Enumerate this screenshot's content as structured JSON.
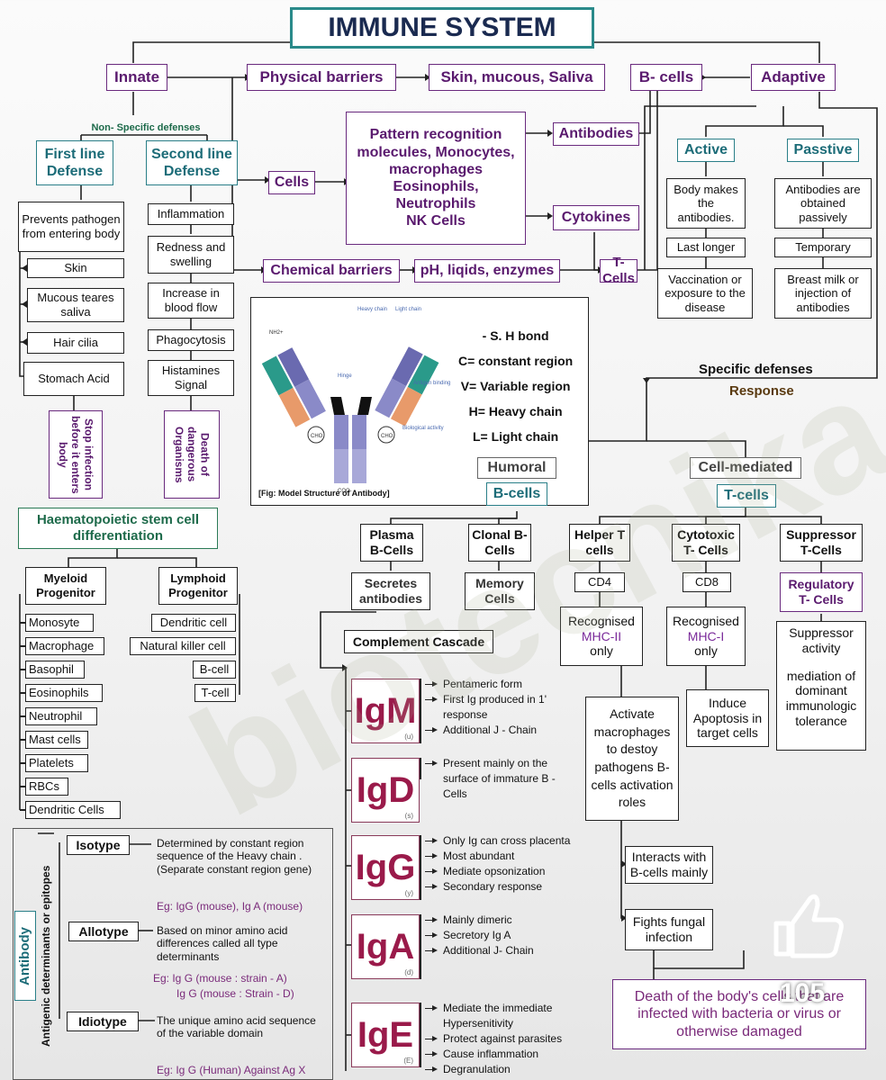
{
  "title": "IMMUNE SYSTEM",
  "top": {
    "innate": "Innate",
    "physical": "Physical barriers",
    "skin": "Skin, mucous, Saliva",
    "bcells": "B- cells",
    "adaptive": "Adaptive"
  },
  "innate": {
    "nonspecific": "Non- Specific defenses",
    "first": "First line Defense",
    "second": "Second line Defense",
    "first_items": [
      "Prevents pathogen from entering body",
      "Skin",
      "Mucous teares saliva",
      "Hair cilia",
      "Stomach Acid"
    ],
    "first_out": "Stop infection before it enters body",
    "second_items": [
      "Inflammation",
      "Redness and swelling",
      "Increase in blood flow",
      "Phagocytosis",
      "Histamines Signal"
    ],
    "second_out": "Death of dangerous Organisms"
  },
  "middle": {
    "cells": "Cells",
    "pattern": [
      "Pattern recognition",
      "molecules, Monocytes,",
      "macrophages",
      "Eosinophils,",
      "Neutrophils",
      "NK Cells"
    ],
    "antibodies": "Antibodies",
    "cytokines": "Cytokines",
    "chemical": "Chemical barriers",
    "ph": "pH, liqids, enzymes",
    "tcells": "T-Cells"
  },
  "adaptive": {
    "active": "Active",
    "passive": "Passtive",
    "active_items": [
      "Body makes the antibodies.",
      "Last longer",
      "Vaccination or exposure to the disease"
    ],
    "passive_items": [
      "Antibodies are obtained passively",
      "Temporary",
      "Breast milk or injection of antibodies"
    ],
    "specific": "Specific defenses",
    "response": "Response"
  },
  "antibody_fig": {
    "legend": [
      "- S. H bond",
      "C= constant region",
      "V= Variable region",
      "H= Heavy chain",
      "L= Light chain"
    ],
    "caption": "[Fig: Model Structure of Antibody]",
    "heavy": "Heavy chain",
    "light": "Light chain",
    "hinge": "Hinge",
    "antigen": "Antigen binding",
    "bio": "Biological activity",
    "cho": "CHO",
    "coo": "COO-",
    "nh": "NH2+"
  },
  "humoral": {
    "title": "Humoral",
    "bcells": "B-cells",
    "plasma": "Plasma B-Cells",
    "clonal": "Clonal B-Cells",
    "secretes": "Secretes antibodies",
    "memory": "Memory Cells",
    "complement": "Complement Cascade"
  },
  "cellmed": {
    "title": "Cell-mediated",
    "tcells": "T-cells",
    "helper": "Helper T cells",
    "cytotoxic": "Cytotoxic T- Cells",
    "suppressor": "Suppressor T-Cells",
    "cd4": "CD4",
    "cd8": "CD8",
    "regulatory": "Regulatory T- Cells",
    "rec1": "Recognised",
    "mhc2": "MHC-II",
    "only": "only",
    "mhc1": "MHC-I",
    "supp_act": "Suppressor activity",
    "mediation": "mediation of dominant immunologic tolerance",
    "activate": "Activate macrophages to destoy pathogens B- cells activation roles",
    "induce": "Induce Apoptosis in target cells",
    "interacts": "Interacts with B-cells mainly",
    "fights": "Fights fungal infection",
    "death": "Death of the body's cells that are infected with bacteria or virus or otherwise damaged"
  },
  "haem": {
    "title": "Haematopoietic stem cell differentiation",
    "myeloid": "Myeloid Progenitor",
    "lymphoid": "Lymphoid Progenitor",
    "myeloid_items": [
      "Monosyte",
      "Macrophage",
      "Basophil",
      "Eosinophils",
      "Neutrophil",
      "Mast cells",
      "Platelets",
      "RBCs",
      "Dendritic Cells"
    ],
    "lymphoid_items": [
      "Dendritic cell",
      "Natural killer cell",
      "B-cell",
      "T-cell"
    ]
  },
  "antibody_types": {
    "antibody": "Antibody",
    "antigenic": "Antigenic determinants or epitopes",
    "isotype": "Isotype",
    "isotype_desc": "Determined by constant region sequence of the Heavy chain .(Separate constant region gene)",
    "isotype_eg": "Eg: IgG (mouse), Ig A (mouse)",
    "allotype": "Allotype",
    "allotype_desc": "Based on minor amino acid differences called all type determinants",
    "allotype_eg1": "Eg: Ig G (mouse : strain - A)",
    "allotype_eg2": "Ig G (mouse  :  Strain - D)",
    "idiotype": "Idiotype",
    "idiotype_desc": "The unique amino acid sequence of the variable domain",
    "idiotype_eg": "Eg: Ig G (Human) Against Ag X"
  },
  "ig": [
    {
      "name": "IgM",
      "sub": "(u)",
      "items": [
        "Pentameric form",
        "First Ig produced in 1' response",
        "Additional J - Chain"
      ]
    },
    {
      "name": "IgD",
      "sub": "(s)",
      "items": [
        "Present mainly on the surface of immature B - Cells"
      ]
    },
    {
      "name": "IgG",
      "sub": "(y)",
      "items": [
        "Only Ig can cross placenta",
        "Most abundant",
        "Mediate opsonization",
        "Secondary response"
      ]
    },
    {
      "name": "IgA",
      "sub": "(d)",
      "items": [
        "Mainly dimeric",
        "Secretory Ig A",
        "Additional J- Chain"
      ]
    },
    {
      "name": "IgE",
      "sub": "(E)",
      "items": [
        "Mediate the immediate Hypersenitivity",
        "Protect against parasites",
        "Cause inflammation",
        "Degranulation"
      ]
    }
  ],
  "likes": "105",
  "watermark": "biotecnika",
  "colors": {
    "purple": "#5a1a6e",
    "teal": "#1c6c78",
    "green": "#1d6a4a",
    "magenta": "#9a1a4a"
  }
}
